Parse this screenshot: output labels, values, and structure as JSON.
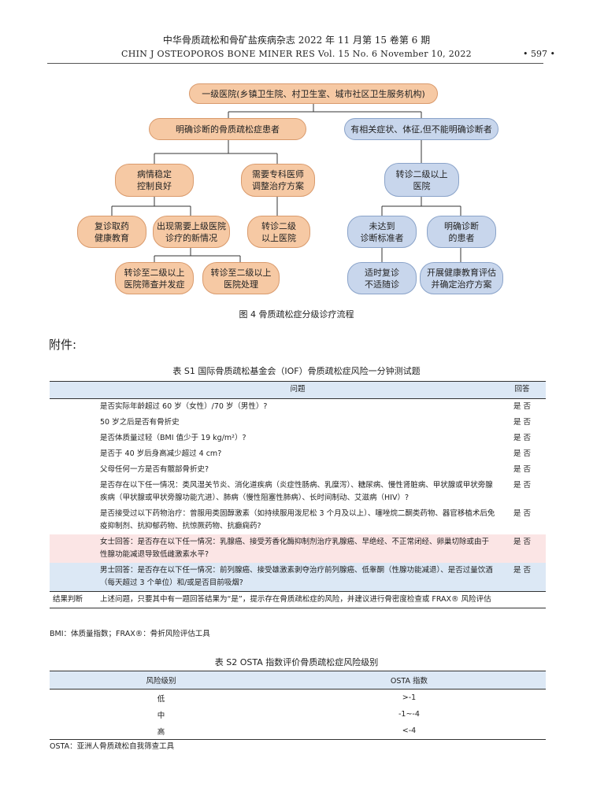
{
  "header": {
    "journal_cn": "中华骨质疏松和骨矿盐疾病杂志  2022 年 11 月第 15 卷第 6 期",
    "journal_en": "CHIN J OSTEOPOROS BONE MINER RES  Vol. 15  No. 6  November 10, 2022",
    "page_number": "• 597 •"
  },
  "flowchart": {
    "top": "一级医院(乡镇卫生院、村卫生室、城市社区卫生服务机构)",
    "left_branch": "明确诊断的骨质疏松症患者",
    "right_branch": "有相关症状、体征,但不能明确诊断者",
    "stable": "病情稳定\n控制良好",
    "specialist": "需要专科医师\n调整治疗方案",
    "followup": "复诊取药\n健康教育",
    "new_situation": "出现需要上级医院\n诊疗的新情况",
    "refer_second": "转诊二级\n以上医院",
    "refer_screen": "转诊至二级以上\n医院筛查并发症",
    "refer_treat": "转诊至二级以上\n医院处理",
    "right_refer": "转诊二级以上\n医院",
    "not_met": "未达到\n诊断标准者",
    "confirmed": "明确诊断\n的患者",
    "return_followup": "适时复诊\n不适随诊",
    "education": "开展健康教育评估\n并确定治疗方案",
    "caption": "图 4   骨质疏松症分级诊疗流程"
  },
  "appendix_label": "附件:",
  "table_s1": {
    "caption": "表 S1   国际骨质疏松基金会（IOF）骨质疏松症风险一分钟测试题",
    "col_question": "问题",
    "col_answer": "回答",
    "rows": [
      {
        "q": "是否实际年龄超过 60 岁（女性）/70 岁（男性）?",
        "a": "是   否"
      },
      {
        "q": "50 岁之后是否有骨折史",
        "a": "是   否"
      },
      {
        "q": "是否体质量过轻（BMI 值少于 19 kg/m²）?",
        "a": "是   否"
      },
      {
        "q": "是否于 40 岁后身高减少超过 4 cm?",
        "a": "是   否"
      },
      {
        "q": "父母任何一方是否有髋部骨折史?",
        "a": "是   否"
      },
      {
        "q": "是否存在以下任一情况：类风湿关节炎、消化道疾病（炎症性肠病、乳糜泻）、糖尿病、慢性肾脏病、甲状腺或甲状旁腺疾病（甲状腺或甲状旁腺功能亢进）、肺病（慢性阻塞性肺病）、长时间制动、艾滋病（HIV）?",
        "a": "是   否"
      },
      {
        "q": "是否接受过以下药物治疗：曾服用类固醇激素（如持续服用泼尼松 3 个月及以上）、噻唑烷二酮类药物、器官移植术后免疫抑制剂、抗抑郁药物、抗惊厥药物、抗癫痫药?",
        "a": "是   否"
      },
      {
        "q": "女士回答：是否存在以下任一情况：乳腺癌、接受芳香化酶抑制剂治疗乳腺癌、早绝经、不正常闭经、卵巢切除或由于性腺功能减退导致低雌激素水平?",
        "a": "是   否"
      },
      {
        "q": "男士回答：是否存在以下任一情况：前列腺癌、接受雄激素剥夺治疗前列腺癌、低睾酮（性腺功能减退）、是否过量饮酒（每天超过 3 个单位）和/或是否目前吸烟?",
        "a": "是   否"
      }
    ],
    "result_label": "结果判断",
    "result_text": "上述问题，只要其中有一题回答结果为“是”，提示存在骨质疏松症的风险，并建议进行骨密度检查或 FRAX® 风险评估",
    "note": "BMI：体质量指数；FRAX®：骨折风险评估工具"
  },
  "table_s2": {
    "caption": "表 S2   OSTA 指数评价骨质疏松症风险级别",
    "col_level": "风险级别",
    "col_index": "OSTA 指数",
    "rows": [
      {
        "level": "低",
        "index": ">-1"
      },
      {
        "level": "中",
        "index": "-1~-4"
      },
      {
        "level": "高",
        "index": "<-4"
      }
    ],
    "note": "OSTA：亚洲人骨质疏松自我筛查工具"
  },
  "colors": {
    "orange_fill": "#f6c9a4",
    "blue_fill": "#c8d6ec",
    "header_fill": "#dce8f5",
    "pink_fill": "#fbe5e5"
  }
}
